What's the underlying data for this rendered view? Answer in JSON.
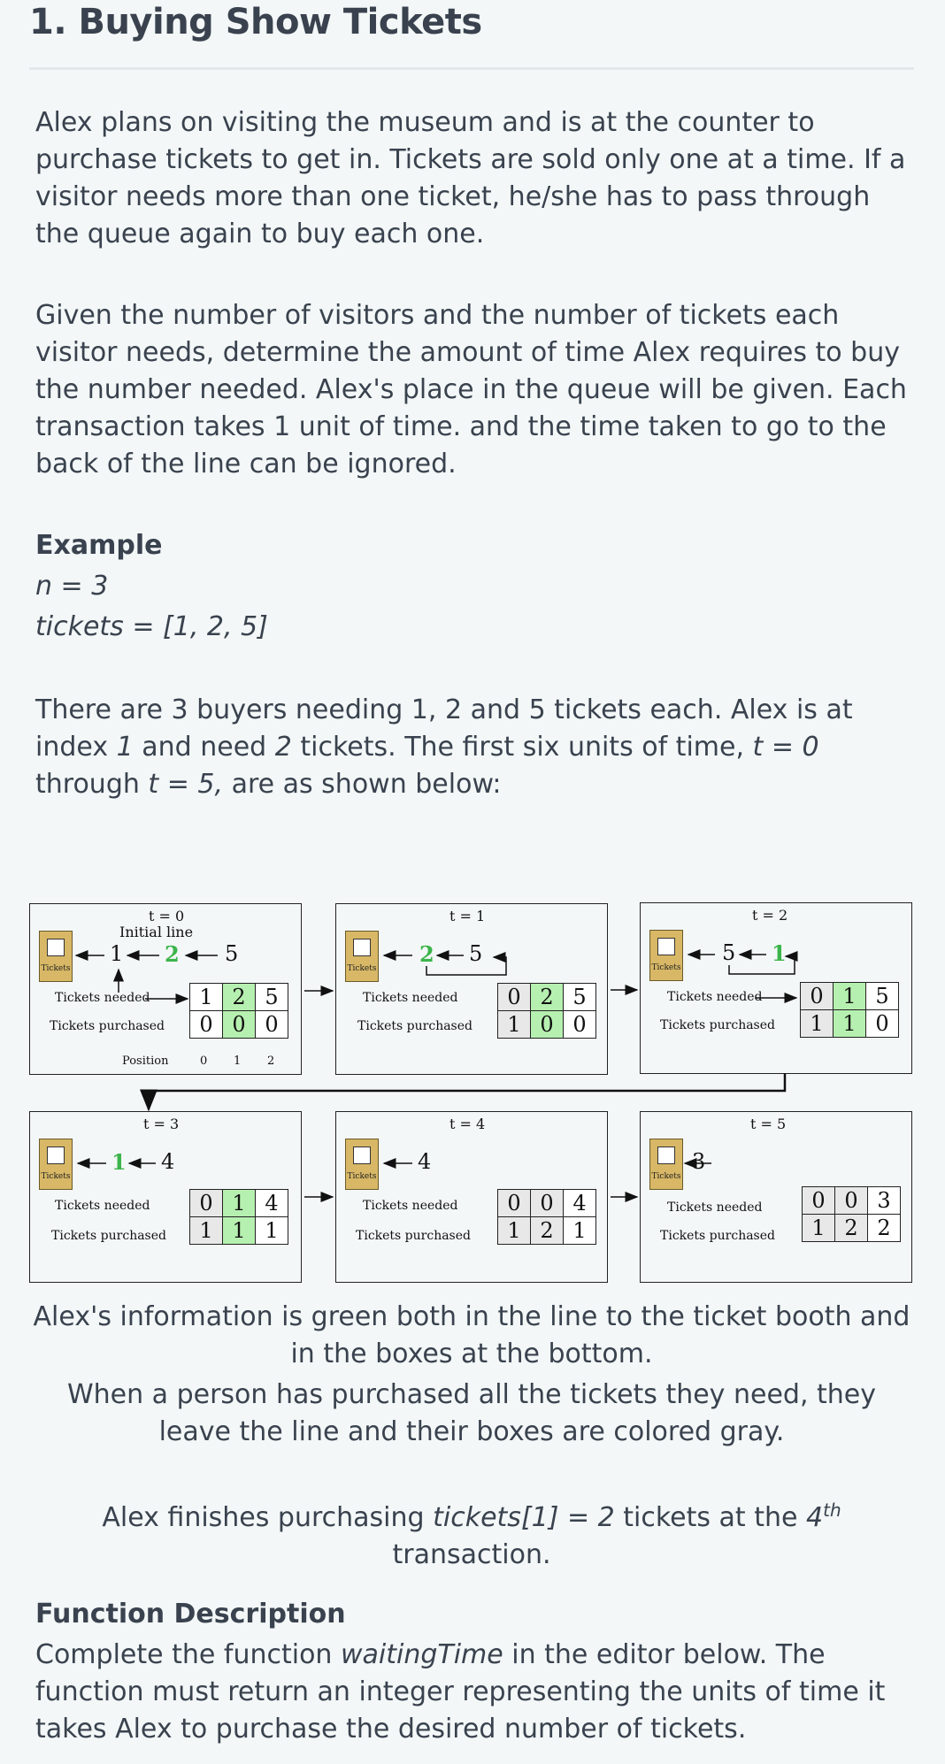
{
  "title": "1. Buying Show Tickets",
  "intro_p1": "Alex plans on visiting the museum and is at the counter to purchase tickets to get in. Tickets are sold only one at a time. If a visitor needs more than one ticket, he/she has to pass through the queue again to buy each one.",
  "intro_p2": "Given the number of visitors and the number of tickets each visitor needs, determine the amount of time Alex requires to buy the number needed. Alex's place in the queue will be given. Each transaction takes 1 unit of time. and the time taken to go to the back of the line can be ignored.",
  "example_heading": "Example",
  "example_n": "n = 3",
  "example_tickets": "tickets = [1, 2, 5]",
  "explain": {
    "a": "There are 3 buyers needing 1, 2 and 5 tickets each. Alex is at index ",
    "idx": "1",
    "b": " and need ",
    "need": "2",
    "c": " tickets. The first six units of time, ",
    "t0": "t = 0",
    "d": " through ",
    "t5": "t = 5,",
    "e": " are as shown below:"
  },
  "figure": {
    "booth_label": "Tickets",
    "needed_label": "Tickets needed",
    "purchased_label": "Tickets purchased",
    "initial_line_label": "Initial line",
    "position_label": "Position",
    "positions": [
      "0",
      "1",
      "2"
    ],
    "panels": [
      {
        "t": "t = 0",
        "queue": [
          "1",
          "2",
          "5"
        ],
        "needed": [
          "1",
          "2",
          "5"
        ],
        "purchased": [
          "0",
          "0",
          "0"
        ]
      },
      {
        "t": "t = 1",
        "queue": [
          "2",
          "5"
        ],
        "needed": [
          "0",
          "2",
          "5"
        ],
        "purchased": [
          "1",
          "0",
          "0"
        ]
      },
      {
        "t": "t = 2",
        "queue": [
          "5",
          "1"
        ],
        "needed": [
          "0",
          "1",
          "5"
        ],
        "purchased": [
          "1",
          "1",
          "0"
        ]
      },
      {
        "t": "t = 3",
        "queue": [
          "1",
          "4"
        ],
        "needed": [
          "0",
          "1",
          "4"
        ],
        "purchased": [
          "1",
          "1",
          "1"
        ]
      },
      {
        "t": "t = 4",
        "queue": [
          "4"
        ],
        "needed": [
          "0",
          "0",
          "4"
        ],
        "purchased": [
          "1",
          "2",
          "1"
        ]
      },
      {
        "t": "t = 5",
        "queue": [
          "3"
        ],
        "needed": [
          "0",
          "0",
          "3"
        ],
        "purchased": [
          "1",
          "2",
          "2"
        ]
      }
    ]
  },
  "caption1": "Alex's information is green both in the line to the ticket booth and in the boxes at the bottom.",
  "caption2": "When a person has purchased all the tickets they need, they leave the line and their boxes are colored gray.",
  "finish": {
    "a": "Alex finishes purchasing ",
    "expr": "tickets[1] = 2",
    "b": " tickets at the ",
    "ord": "4",
    "sup": "th",
    "c": " transaction."
  },
  "func_heading": "Function Description",
  "func": {
    "a": "Complete the function ",
    "name": "waitingTime",
    "b": " in the editor below. The function must return an integer representing the units of time it takes Alex to purchase the desired number of tickets."
  },
  "colors": {
    "alex": "#3cb44b",
    "alex_cell": "#b6f0b0",
    "done_cell": "#e8e8e8",
    "booth": "#d8b866"
  }
}
